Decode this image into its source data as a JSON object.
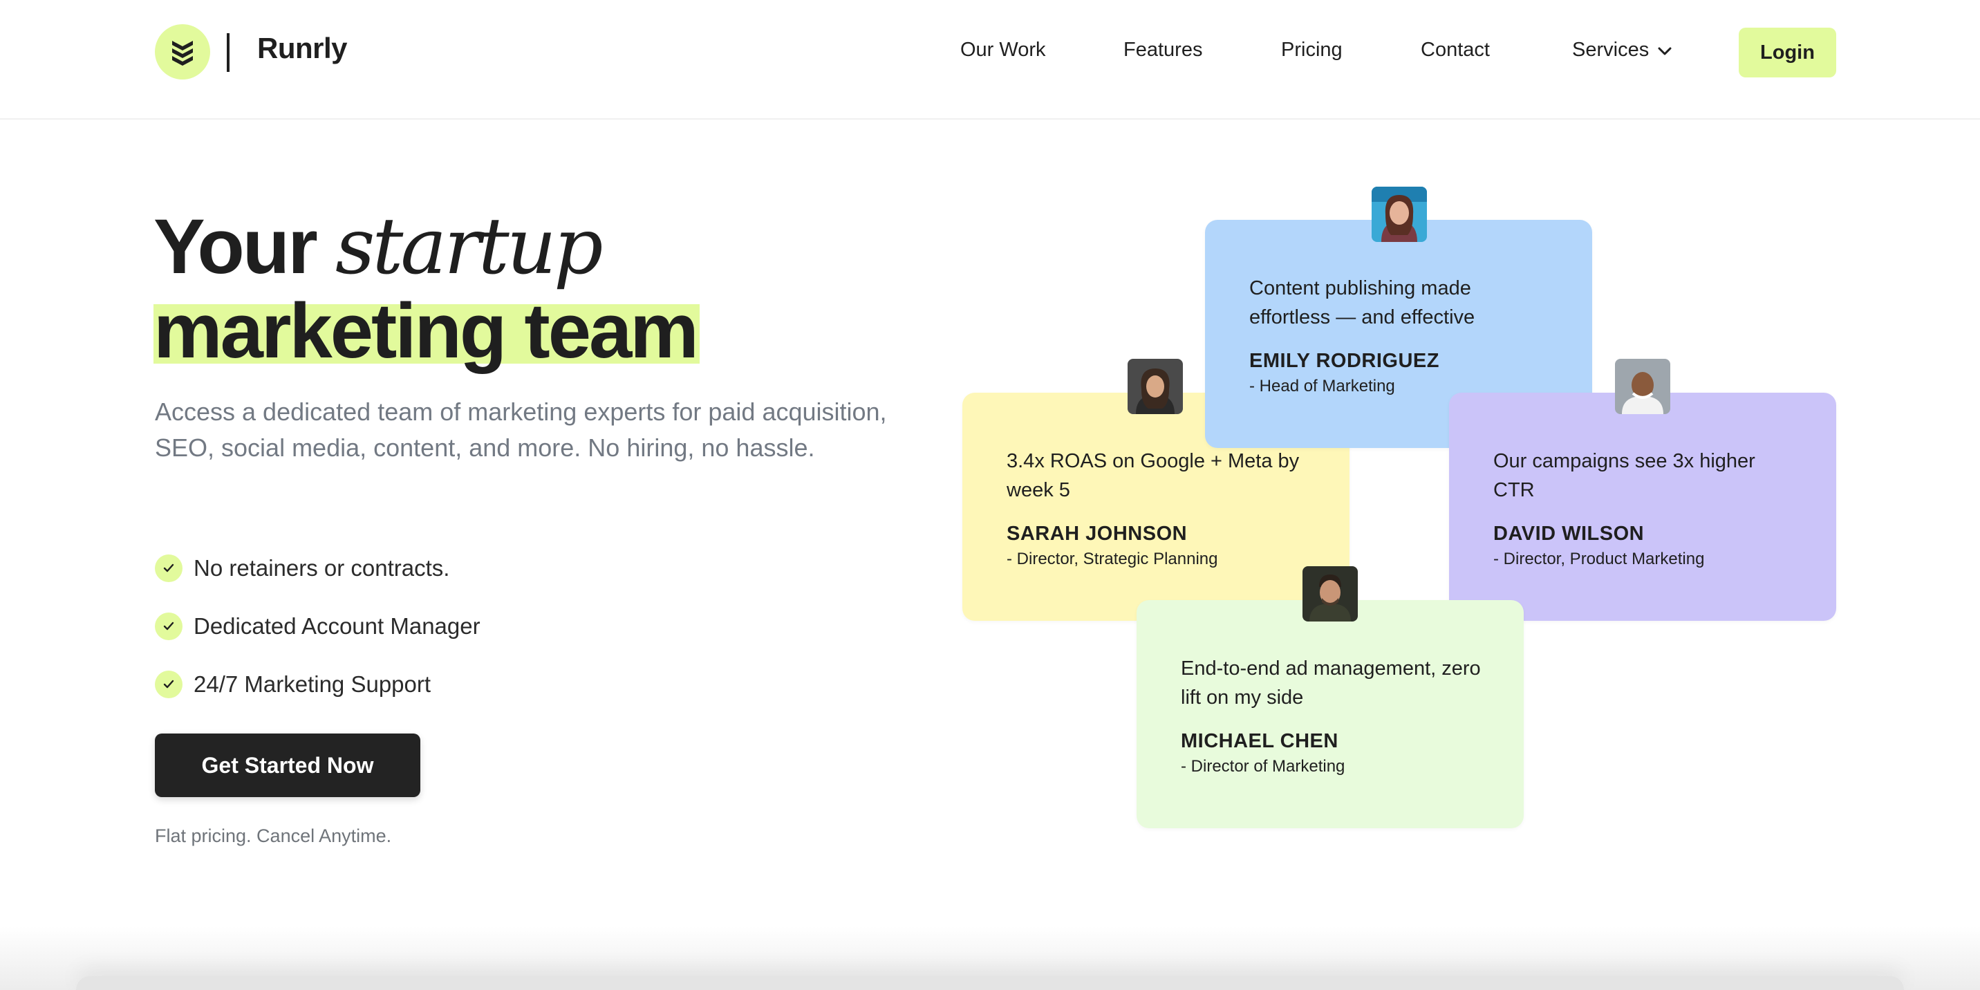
{
  "header": {
    "brand": "Runrly",
    "nav": [
      "Our Work",
      "Features",
      "Pricing",
      "Contact",
      "Services"
    ],
    "login_label": "Login",
    "icons": {
      "logo": "stacked-chevrons-logo-icon",
      "services": "chevron-down-icon"
    }
  },
  "hero": {
    "title_word1": "Your",
    "title_word2": "startup",
    "title_line2": "marketing team",
    "subtitle": "Access a dedicated team of marketing experts for paid acquisition, SEO, social media, content, and more. No hiring, no hassle.",
    "checklist": [
      "No retainers or contracts.",
      "Dedicated Account Manager",
      "24/7 Marketing Support"
    ],
    "cta_label": "Get Started Now",
    "cta_note": "Flat pricing. Cancel Anytime."
  },
  "testimonials": [
    {
      "quote": "Content publishing made effortless — and effective",
      "name": "EMILY RODRIGUEZ",
      "role": "- Head of Marketing",
      "color": "#b3d6fb"
    },
    {
      "quote": "3.4x ROAS on Google + Meta by week 5",
      "name": "SARAH JOHNSON",
      "role": "- Director, Strategic Planning",
      "color": "#fef7b8"
    },
    {
      "quote": "Our campaigns see 3x higher CTR",
      "name": "DAVID WILSON",
      "role": "- Director, Product Marketing",
      "color": "#cbc4f9"
    },
    {
      "quote": "End-to-end ad management, zero lift on my side",
      "name": "MICHAEL CHEN",
      "role": "- Director of Marketing",
      "color": "#e8fbdc"
    }
  ],
  "colors": {
    "accent": "#e2fa9c",
    "dark": "#232323",
    "muted": "#727983"
  }
}
